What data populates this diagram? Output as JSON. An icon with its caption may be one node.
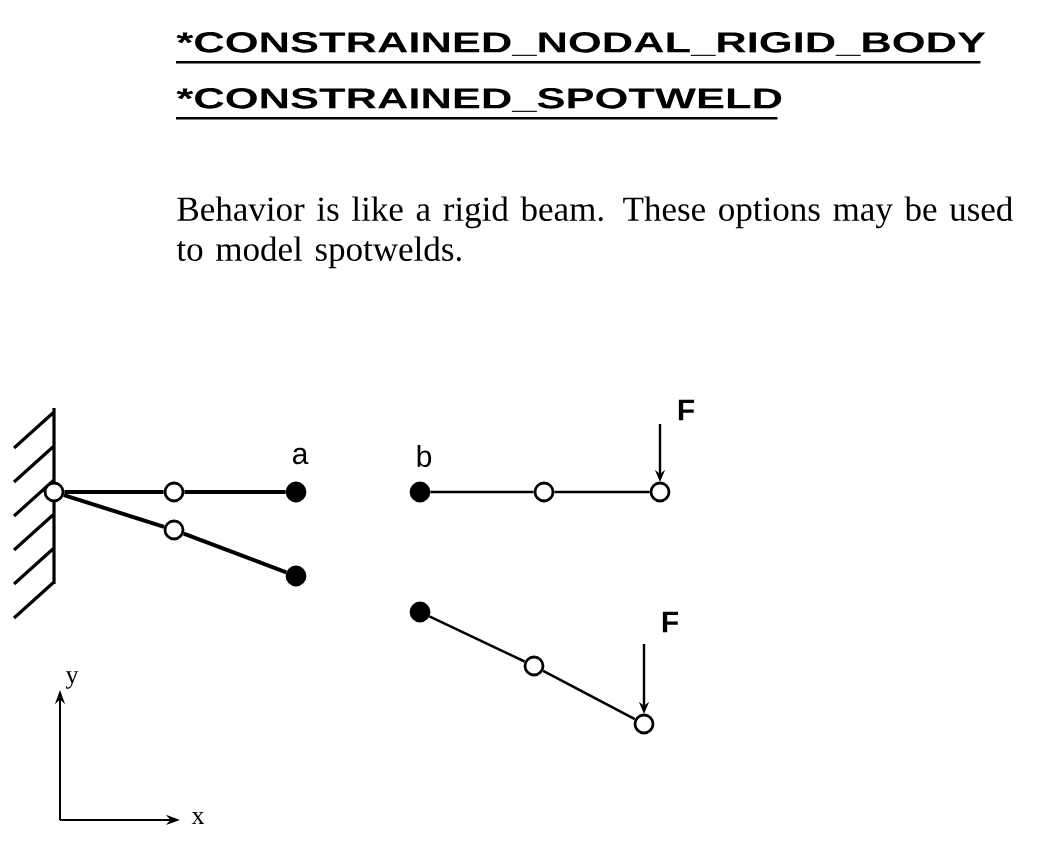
{
  "diagram": {
    "nodes": [
      {
        "text": [],
        "shape": "circle"
      },
      {
        "text": [],
        "shape": "circle"
      },
      {
        "text": [],
        "shape": "circle",
        "beside": [
          "a"
        ]
      },
      {
        "text": [],
        "shape": "circle"
      },
      {
        "text": [],
        "shape": "circle"
      },
      {
        "text": [],
        "shape": "circle",
        "beside": [
          "b"
        ]
      },
      {
        "text": [],
        "shape": "circle"
      },
      {
        "text": [],
        "shape": "circle"
      },
      {
        "text": [],
        "shape": "circle"
      },
      {
        "text": [],
        "shape": "circle"
      },
      {
        "text": [],
        "shape": "circle"
      }
    ],
    "edges": [
      {
        "from": 0,
        "to": 1,
        "arrow": "none"
      },
      {
        "from": 1,
        "to": 2,
        "arrow": "none"
      },
      {
        "from": 0,
        "to": 3,
        "arrow": "none"
      },
      {
        "from": 3,
        "to": 4,
        "arrow": "none"
      },
      {
        "from": 5,
        "to": 6,
        "arrow": "none"
      },
      {
        "from": 6,
        "to": 7,
        "arrow": "none"
      },
      {
        "from": 8,
        "to": 9,
        "arrow": "none"
      },
      {
        "from": 9,
        "to": 10,
        "arrow": "none"
      }
    ],
    "labels": [
      "*CONSTRAINED_NODAL_RIGID_BODY",
      "*CONSTRAINED_SPOTWELD",
      "Behavior is like a rigid beam. These options may be used to model spotwelds.",
      "F",
      "F",
      "y",
      "x"
    ]
  }
}
